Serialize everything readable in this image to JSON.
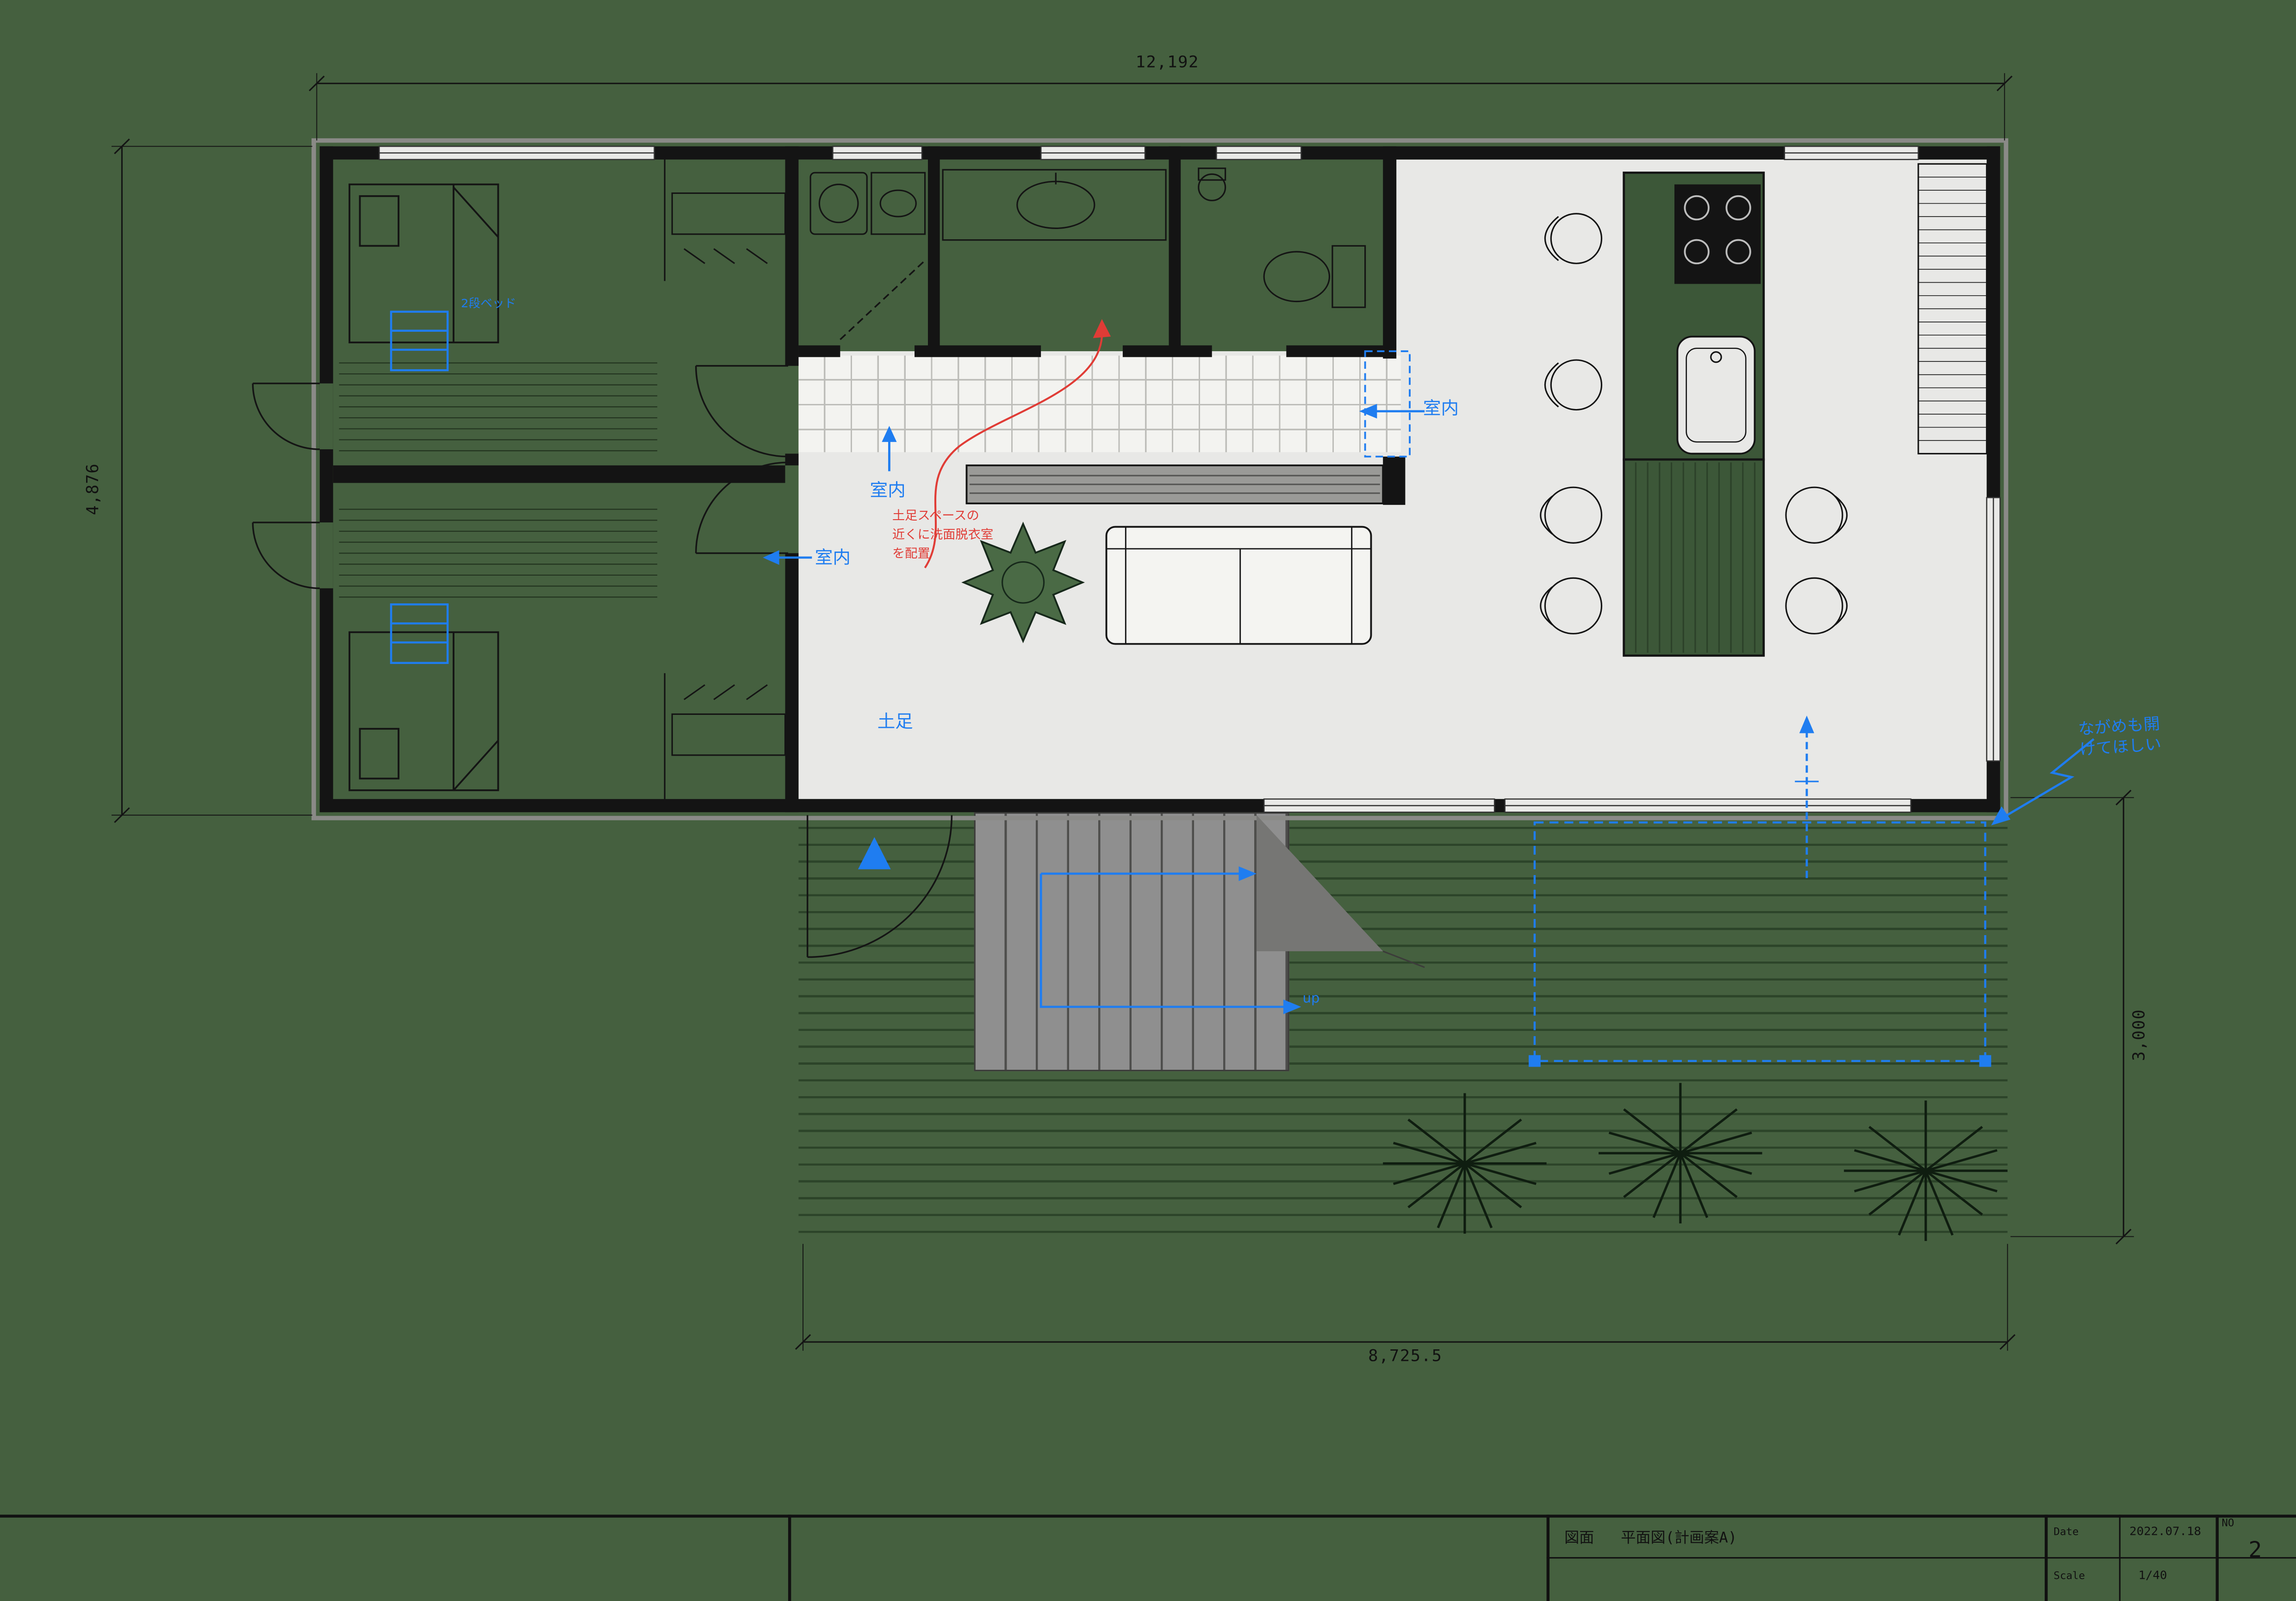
{
  "page": {
    "sheet_title": "平面図(計画案A)"
  },
  "colors": {
    "background": "#45603f",
    "floor": "#e8e8e6",
    "tile_floor": "#f3f3f0",
    "wall": "#141414",
    "counter_green": "#3c5738",
    "deck_line": "#2c4429",
    "stair_gray": "#8f8f8f",
    "annotation_blue": "#1f7df0",
    "annotation_red": "#e03c36"
  },
  "dimensions": {
    "top": "12,192",
    "left": "4,876",
    "right": "3,000",
    "bottom": "8,725.5"
  },
  "annotations": {
    "blue": {
      "interior_1": "室内",
      "interior_2": "室内",
      "interior_3": "室内",
      "doma": "土足",
      "bunk_bed": "2段ベッド",
      "stairs_up": "up",
      "deck_request_line1": "ながめも開",
      "deck_request_line2": "けてほしい"
    },
    "red": {
      "request_line1": "土足スペースの",
      "request_line2": "近くに洗面脱衣室",
      "request_line3": "を配置"
    }
  },
  "title_block": {
    "drawing_type_label": "図面",
    "drawing_title": "平面図(計画案A)",
    "date_label": "Date",
    "date_value": "2022.07.18",
    "scale_label": "Scale",
    "scale_value": "1/40",
    "no_label": "NO",
    "no_value": "2"
  }
}
